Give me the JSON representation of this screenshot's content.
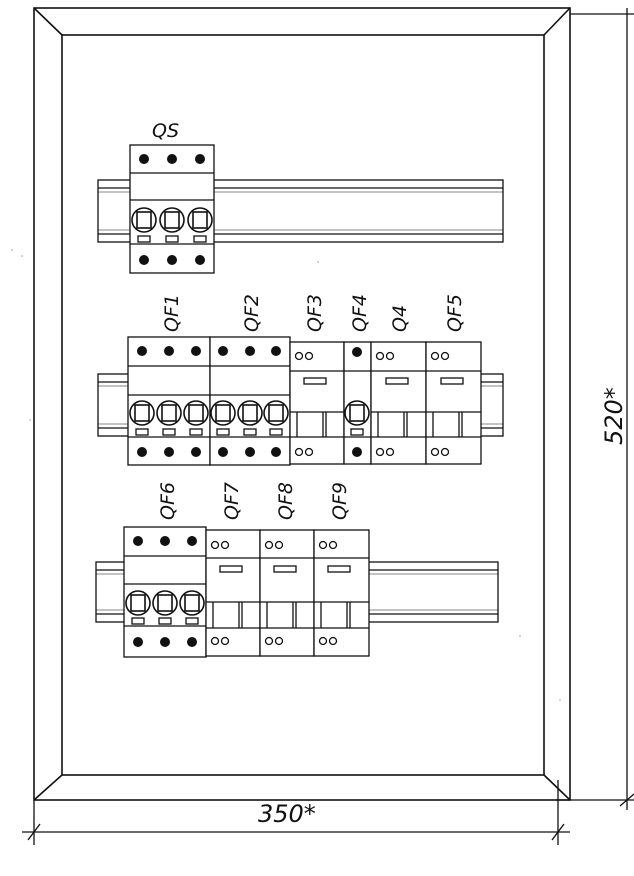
{
  "labels": {
    "qs": "QS",
    "qf1": "QF1",
    "qf2": "QF2",
    "qf3": "QF3",
    "qf4": "QF4",
    "q4": "Q4",
    "qf5": "QF5",
    "qf6": "QF6",
    "qf7": "QF7",
    "qf8": "QF8",
    "qf9": "QF9"
  },
  "dimensions": {
    "width": "350*",
    "height": "520*"
  },
  "colors": {
    "line": "#111111",
    "background": "#ffffff"
  }
}
